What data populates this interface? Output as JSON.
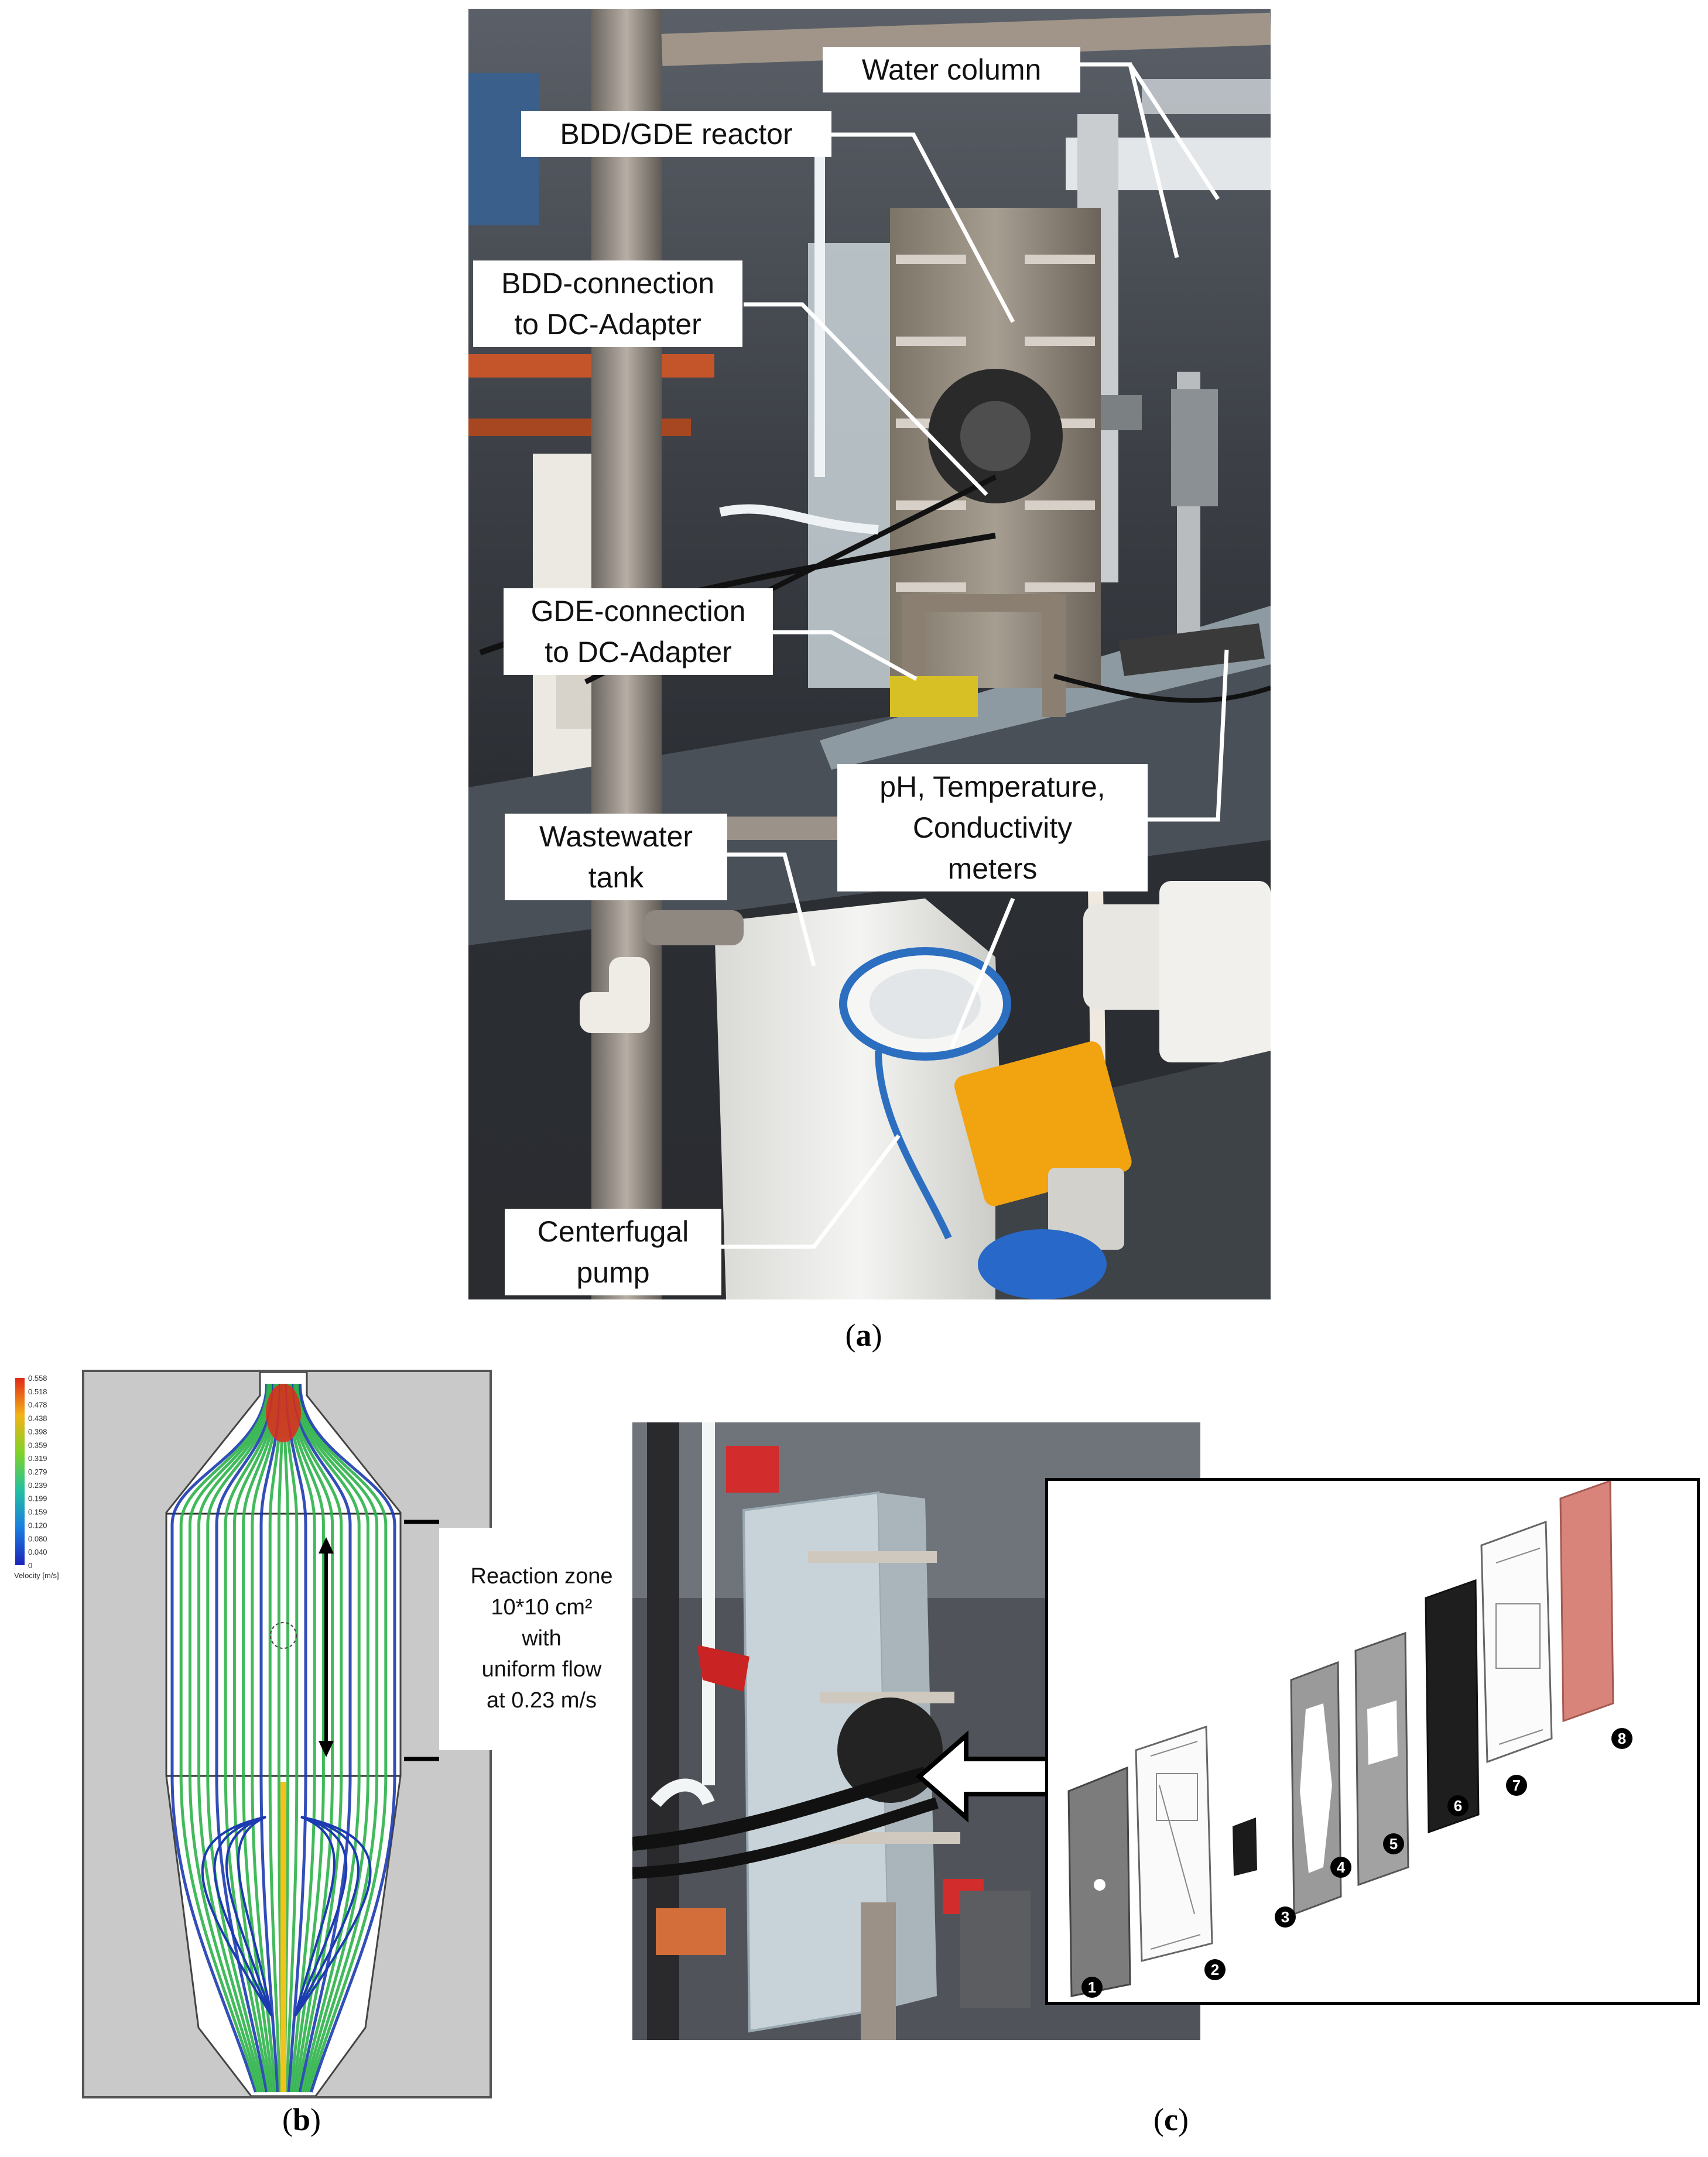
{
  "panel_a": {
    "labels": {
      "water_column": "Water column",
      "bdd_gde_reactor": "BDD/GDE reactor",
      "bdd_connection_1": "BDD-connection",
      "bdd_connection_2": "to DC-Adapter",
      "gde_connection_1": "GDE-connection",
      "gde_connection_2": "to DC-Adapter",
      "meters_1": "pH, Temperature,",
      "meters_2": "Conductivity",
      "meters_3": "meters",
      "wastewater_1": "Wastewater",
      "wastewater_2": "tank",
      "pump_1": "Centerfugal",
      "pump_2": "pump"
    },
    "caption": "a"
  },
  "panel_b": {
    "legend_values": [
      "0.558",
      "0.518",
      "0.478",
      "0.438",
      "0.398",
      "0.359",
      "0.319",
      "0.279",
      "0.239",
      "0.199",
      "0.159",
      "0.120",
      "0.080",
      "0.040",
      "0"
    ],
    "legend_title": "Velocity [m/s]",
    "reaction_zone": {
      "line1": "Reaction zone",
      "line2": "10*10 cm²",
      "line3": "with",
      "line4": "uniform flow",
      "line5": "at 0.23 m/s"
    },
    "caption": "b"
  },
  "panel_c": {
    "part_numbers": [
      "1",
      "2",
      "3",
      "4",
      "5",
      "6",
      "7",
      "8"
    ],
    "caption": "c"
  },
  "colors": {
    "flow_green": "#2db34a",
    "flow_blue": "#1d3bb0",
    "flow_red": "#e02a1a",
    "part8": "#d9847a"
  }
}
